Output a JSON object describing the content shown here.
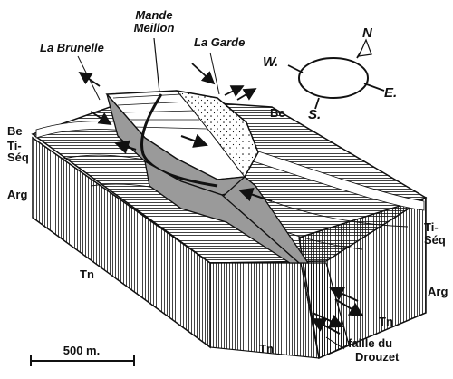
{
  "labels": {
    "la_brunelle": "La Brunelle",
    "mande": "Mande",
    "meillon": "Meillon",
    "la_garde": "La Garde",
    "be_left": "Be",
    "ti_left": "Ti-",
    "seq_left": "Séq",
    "arg_left": "Arg",
    "be_right": "Be",
    "ti_right": "Ti-",
    "seq_right": "Séq",
    "arg_right": "Arg",
    "tn_left": "Tn",
    "tn_bottom": "Tn",
    "tn_right": "Tn",
    "faille": "faille du",
    "drouzet": "Drouzet"
  },
  "compass": {
    "n": "N",
    "w": "W.",
    "e": "E.",
    "s": "S."
  },
  "scale": {
    "label": "500 m."
  },
  "colors": {
    "ink": "#111111",
    "fault_fill": "#9a9a9a",
    "paper": "#ffffff"
  }
}
